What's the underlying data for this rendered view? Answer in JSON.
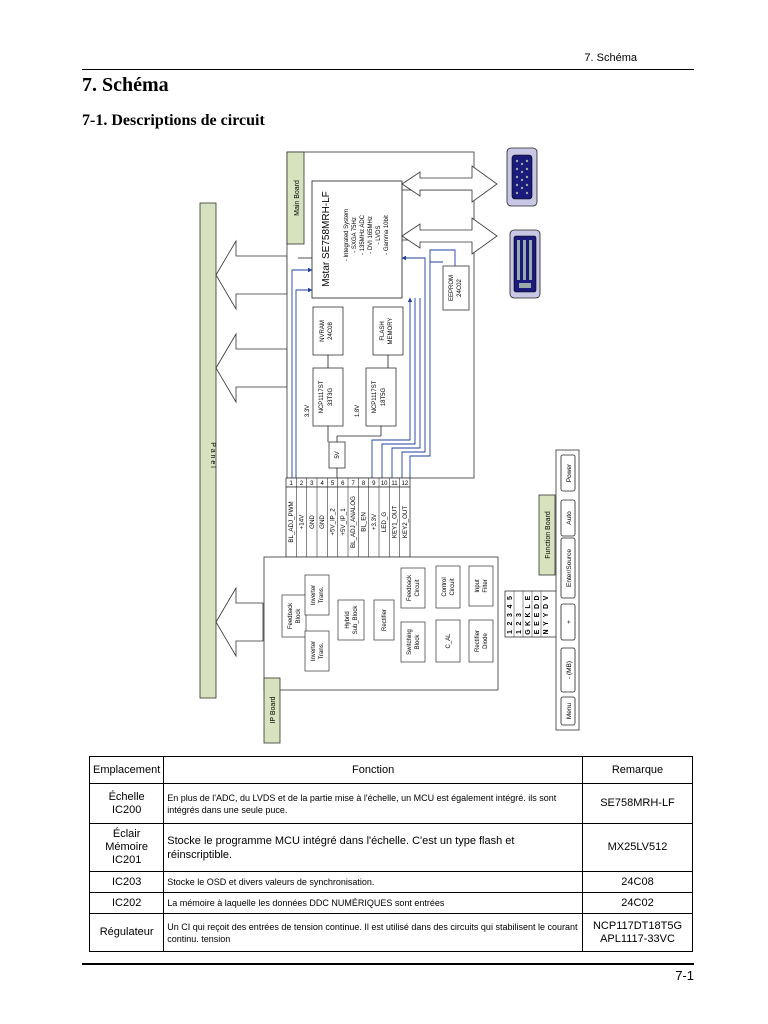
{
  "header": {
    "section": "7. Schéma"
  },
  "title": "7. Schéma",
  "subtitle": "7-1. Descriptions de circuit",
  "diagram": {
    "main_board": "Main Board",
    "panel": "P a n e l",
    "ip_board": "IP Board",
    "function_board": "Function Board",
    "chip_name": "Mstar SE758MRH-LF",
    "chip_features": [
      "- Integrated System",
      "- SXGA 75Hz",
      "- 135MHz ADC",
      "- DVI 165MHz",
      "- LVDS",
      "- Gamma 10bit"
    ],
    "eeprom": [
      "EEPROM",
      "24C02"
    ],
    "nvram": [
      "NVRAM",
      "24C08"
    ],
    "flash": [
      "FLASH",
      "MEMORY"
    ],
    "reg1": [
      "NCP1117ST",
      "33T3G"
    ],
    "reg2": [
      "NCP1117ST",
      "18T5G"
    ],
    "v33": "3.3V",
    "v18": "1.8V",
    "v5": "5V",
    "pin_numbers": [
      "1",
      "2",
      "3",
      "4",
      "5",
      "6",
      "7",
      "8",
      "9",
      "10",
      "11",
      "12"
    ],
    "pin_labels": [
      "BL_ADJ_PWM",
      "+14V",
      "GND",
      "GND",
      "+5V_IP_2",
      "+5V_IP_1",
      "BL_ADJ_ANALOG",
      "BL_EN",
      "+3.3V",
      "LED_G",
      "KEY1_OUT",
      "KEY2_OUT"
    ],
    "ip_blocks": {
      "feedback_block": [
        "Feedback",
        "Block"
      ],
      "inverter1": [
        "Inverter",
        "Trans."
      ],
      "inverter2": [
        "Inverter",
        "Trans."
      ],
      "hybrid": [
        "Hybrid",
        "Sub_Block"
      ],
      "rectifier1": [
        "Rectifier"
      ],
      "feedback_circuit": [
        "Feedback",
        "Circuit"
      ],
      "switching": [
        "Switching",
        "Block"
      ],
      "control": [
        "Control",
        "Circuit"
      ],
      "cal": [
        "C_AL"
      ],
      "input_filter": [
        "Input",
        "Filter"
      ],
      "rectifier_diode": [
        "Rectifier",
        "Diode"
      ]
    },
    "connector_nums_a": [
      "1",
      "2",
      "3",
      "4",
      "5"
    ],
    "connector_nums_b": [
      "1",
      "2",
      "3"
    ],
    "connector_letters_a": [
      "G",
      "K",
      "K",
      "L",
      "E"
    ],
    "connector_letters_b": [
      "E",
      "E",
      "E",
      "D",
      "D"
    ],
    "connector_letters_c": [
      "N",
      "Y",
      "Y",
      "D",
      "V"
    ],
    "connector_letters_d": [
      "D",
      "2",
      "1",
      "D",
      "V"
    ],
    "buttons": [
      "Power",
      "Auto",
      "Enter/Source",
      "+",
      "- (MB)",
      "Menu"
    ]
  },
  "table": {
    "headers": [
      "Emplacement",
      "Fonction",
      "Remarque"
    ],
    "rows": [
      {
        "loc": [
          "Échelle",
          "IC200"
        ],
        "fn": "En plus de l'ADC, du LVDS et de la partie mise à l'échelle, un MCU est également intégré. ils sont intégrés dans une seule puce.",
        "rem": [
          "SE758MRH-LF"
        ]
      },
      {
        "loc": [
          "Éclair",
          "Mémoire",
          "IC201"
        ],
        "fn": "Stocke le programme MCU intégré dans l'échelle. C'est un type flash et réinscriptible.",
        "rem": [
          "MX25LV512"
        ]
      },
      {
        "loc": [
          "IC203"
        ],
        "fn": "Stocke le OSD et divers valeurs de synchronisation.",
        "rem": [
          "24C08"
        ]
      },
      {
        "loc": [
          "IC202"
        ],
        "fn": "La mémoire à laquelle les données DDC NUMÉRIQUES sont entrées",
        "rem": [
          "24C02"
        ]
      },
      {
        "loc": [
          "Régulateur"
        ],
        "fn": "Un CI qui reçoit des entrées de tension continue. Il est utilisé dans des circuits qui stabilisent le courant continu. tension",
        "rem": [
          "NCP117DT18T5G",
          "APL1117-33VC"
        ]
      }
    ]
  },
  "footer": {
    "page": "7-1"
  }
}
